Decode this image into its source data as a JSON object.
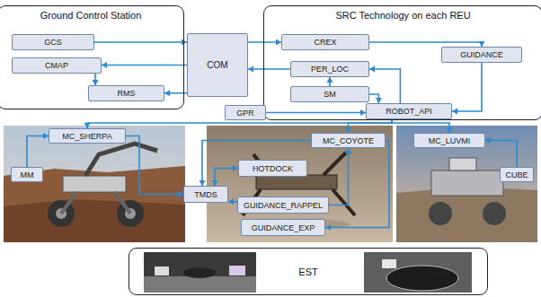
{
  "diagram": {
    "nodes": [
      {
        "text": [
          "Ground Control Station"
        ]
      },
      {
        "text": [
          "GCS"
        ],
        "in": 0
      },
      {
        "text": [
          "CMAP"
        ],
        "in": 0
      },
      {
        "text": [
          "RMS"
        ],
        "in": 0
      },
      {
        "text": [
          "COM"
        ]
      },
      {
        "text": [
          "SRC Technology on each REU"
        ]
      },
      {
        "text": [
          "CREX"
        ],
        "in": 5
      },
      {
        "text": [
          "GUIDANCE"
        ],
        "in": 5
      },
      {
        "text": [
          "PER_LOC"
        ],
        "in": 5
      },
      {
        "text": [
          "SM"
        ],
        "in": 5
      },
      {
        "text": [
          "ROBOT_API"
        ],
        "in": 5
      },
      {
        "text": [
          "GPR"
        ]
      },
      {
        "text": [
          "MC_SHERPA"
        ]
      },
      {
        "text": [
          "MM"
        ]
      },
      {
        "text": [
          "TMDS"
        ]
      },
      {
        "text": [
          "HOTDOCK"
        ]
      },
      {
        "text": [
          "MC_COYOTE"
        ]
      },
      {
        "text": [
          "GUIDANCE_RAPPEL"
        ]
      },
      {
        "text": [
          "GUIDANCE_EXP"
        ]
      },
      {
        "text": [
          "MC_LUVMI"
        ]
      },
      {
        "text": [
          "CUBE"
        ]
      },
      {
        "text": [
          "EST"
        ]
      }
    ],
    "edges": [
      {
        "from": 1,
        "to": 4,
        "arrow": "to"
      },
      {
        "from": 4,
        "to": 2,
        "arrow": "to"
      },
      {
        "from": 4,
        "to": 3,
        "arrow": "to"
      },
      {
        "from": 2,
        "to": 3,
        "arrow": "to"
      },
      {
        "from": 4,
        "to": 6,
        "arrow": "to"
      },
      {
        "from": 6,
        "to": 7,
        "arrow": "to"
      },
      {
        "from": 8,
        "to": 4,
        "arrow": "to"
      },
      {
        "from": 9,
        "to": 8,
        "arrow": "to"
      },
      {
        "from": 10,
        "to": 8,
        "arrow": "to"
      },
      {
        "from": 9,
        "to": 10,
        "arrow": "to"
      },
      {
        "from": 7,
        "to": 10,
        "arrow": "to"
      },
      {
        "from": 11,
        "to": 10,
        "arrow": "to"
      },
      {
        "from": 10,
        "to": 12,
        "arrow": "to"
      },
      {
        "from": 10,
        "to": 16,
        "arrow": "to"
      },
      {
        "from": 10,
        "to": 19,
        "arrow": "to"
      },
      {
        "from": 13,
        "to": 12,
        "arrow": "to"
      },
      {
        "from": 12,
        "to": 14,
        "arrow": "to"
      },
      {
        "from": 14,
        "to": 15,
        "arrow": "both"
      },
      {
        "from": 16,
        "to": 14,
        "arrow": "to"
      },
      {
        "from": 17,
        "to": 14,
        "arrow": "to"
      },
      {
        "from": 16,
        "to": 18,
        "arrow": "to"
      },
      {
        "from": 17,
        "to": 16,
        "arrow": "to"
      },
      {
        "from": 20,
        "to": 19,
        "arrow": "to"
      }
    ]
  }
}
